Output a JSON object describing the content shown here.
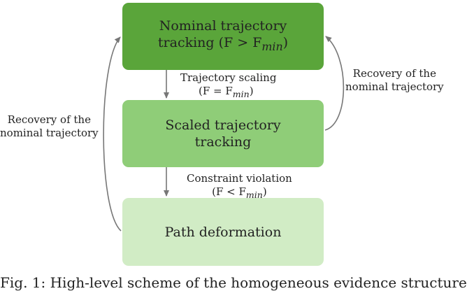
{
  "nodes": [
    {
      "line1": "Nominal trajectory",
      "line2": "tracking (F > F",
      "sub": "min",
      "line2_end": ")"
    },
    {
      "line1": "Scaled trajectory",
      "line2": "tracking"
    },
    {
      "line1": "Path deformation"
    }
  ],
  "edges": {
    "scaling": {
      "line1": "Trajectory scaling",
      "line2": "(F = F",
      "sub": "min",
      "line2_end": ")"
    },
    "violation": {
      "line1": "Constraint violation",
      "line2": "(F < F",
      "sub": "min",
      "line2_end": ")"
    },
    "recovery_right": {
      "line1": "Recovery of the",
      "line2": "nominal trajectory"
    },
    "recovery_left": {
      "line1": "Recovery of the",
      "line2": "nominal trajectory"
    }
  },
  "caption": "Fig. 1: High-level scheme of the homogeneous evidence structure"
}
